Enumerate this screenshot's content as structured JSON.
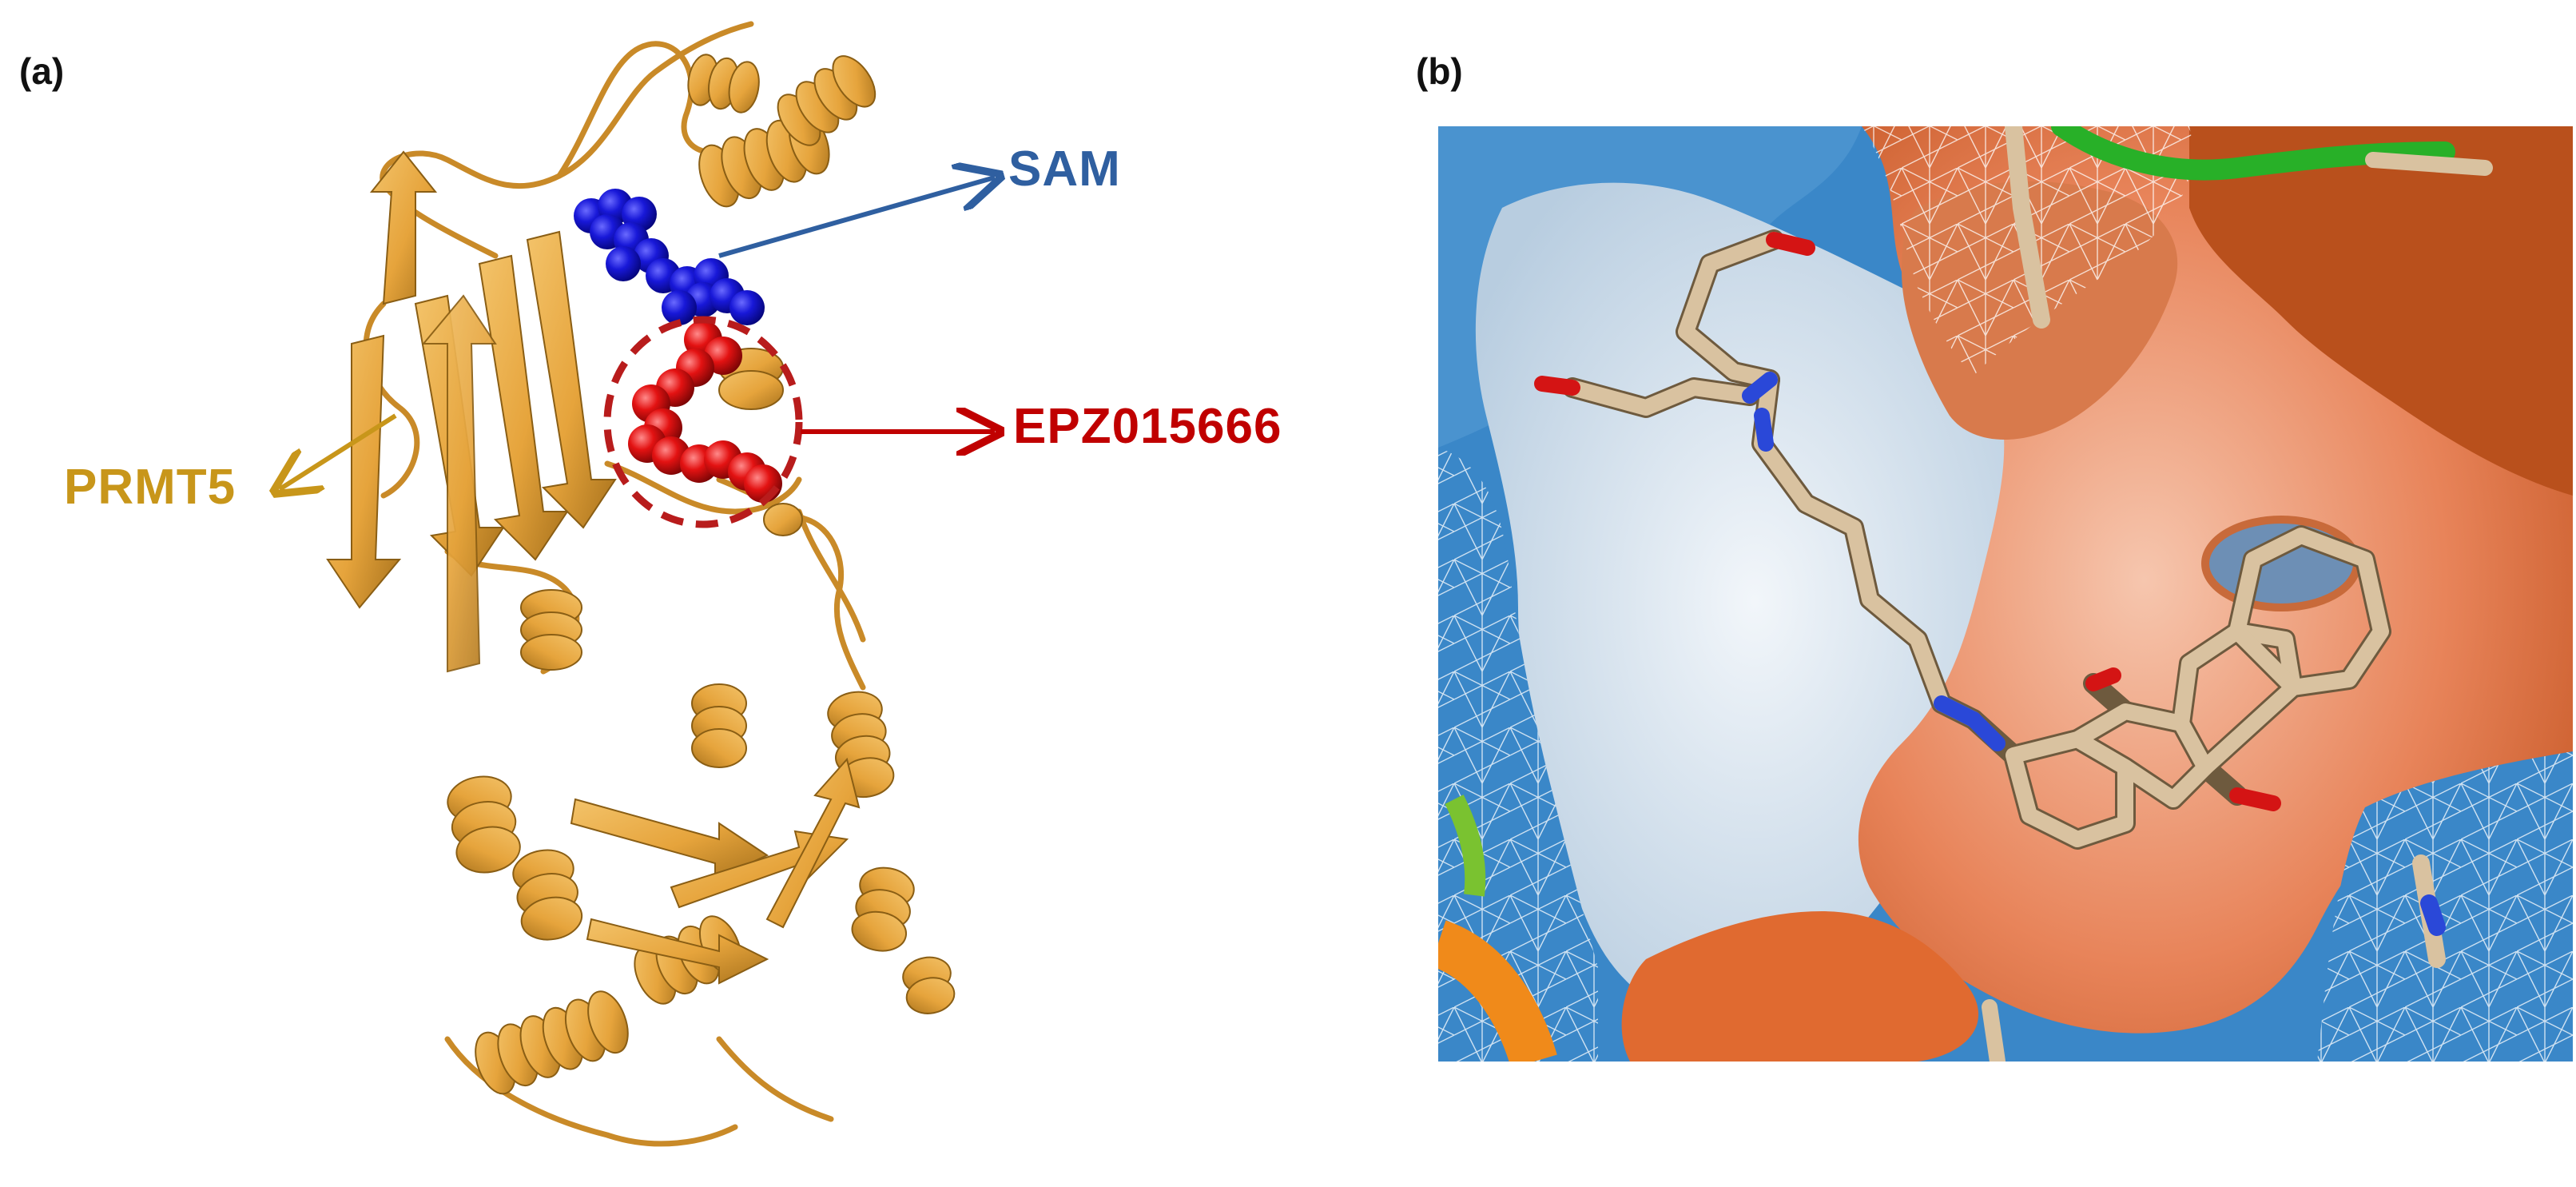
{
  "panel_a": {
    "label": "(a)",
    "callouts": {
      "sam": {
        "text": "SAM",
        "color": "#2f5fa0"
      },
      "epz": {
        "text": "EPZ015666",
        "color": "#c00000"
      },
      "prmt5": {
        "text": "PRMT5",
        "color": "#c8961a"
      }
    },
    "colors": {
      "ribbon": "#e6a43c",
      "ribbon_dark": "#b07a20",
      "sam_spheres": "#1515d0",
      "epz_spheres": "#e01010",
      "circle": "#b81c1c"
    }
  },
  "panel_b": {
    "label": "(b)",
    "colors": {
      "hydrophilic": "#3a87c8",
      "neutral": "#dde6ee",
      "hydrophobic": "#e8845a",
      "hydrophobic_dark": "#b9501c",
      "ligand_carbon": "#d9c2a0",
      "nitrogen": "#2a48d8",
      "oxygen": "#d41414",
      "mesh": "#ffffff"
    }
  }
}
